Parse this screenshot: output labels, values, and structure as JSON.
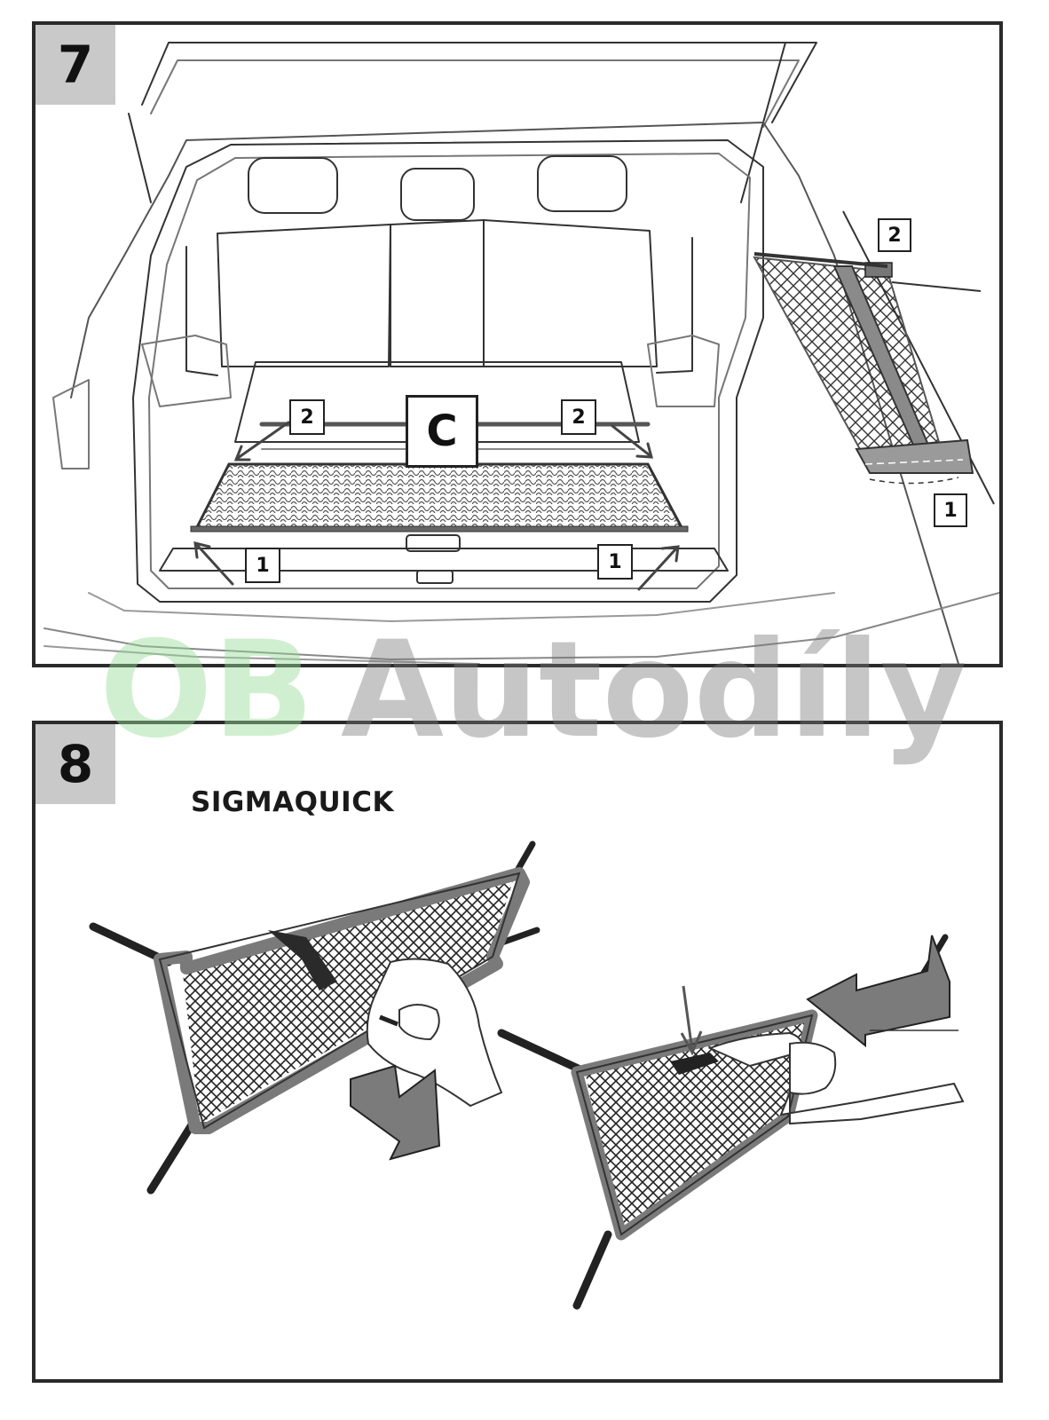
{
  "watermark": {
    "part1": "OB",
    "part2": "Autodíly"
  },
  "step7": {
    "number": "7",
    "center_callout": "C",
    "callouts": {
      "hook_left": "2",
      "hook_right": "2",
      "floor_left": "1",
      "floor_right": "1",
      "detail_top": "2",
      "detail_bottom": "1"
    }
  },
  "step8": {
    "number": "8",
    "product_label": "SIGMAQUICK"
  },
  "colors": {
    "border": "#2a2a2a",
    "badge_bg": "#c9c9c9",
    "net_frame": "#8a8a8a",
    "arrow_fill": "#7b7b7b",
    "watermark_green": "#96dc96",
    "watermark_gray": "#787878"
  },
  "icons": [
    "pull-arrow-icon",
    "push-arrow-icon",
    "press-arrow-icon"
  ]
}
